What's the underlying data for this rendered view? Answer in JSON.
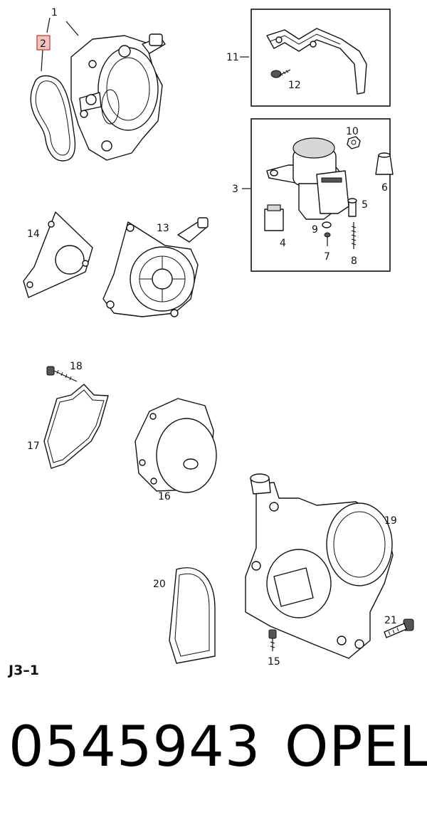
{
  "callouts": {
    "c1": "1",
    "c2": "2",
    "c3": "3",
    "c4": "4",
    "c5": "5",
    "c6": "6",
    "c7": "7",
    "c8": "8",
    "c9": "9",
    "c10": "10",
    "c11": "11",
    "c12": "12",
    "c13": "13",
    "c14": "14",
    "c15": "15",
    "c16": "16",
    "c17": "17",
    "c18": "18",
    "c19": "19",
    "c20": "20",
    "c21": "21"
  },
  "highlighted_callout": "2",
  "highlight_color": "#f5c2c2",
  "section_label": "J3–1",
  "part_number": "0545943",
  "brand": "OPEL"
}
